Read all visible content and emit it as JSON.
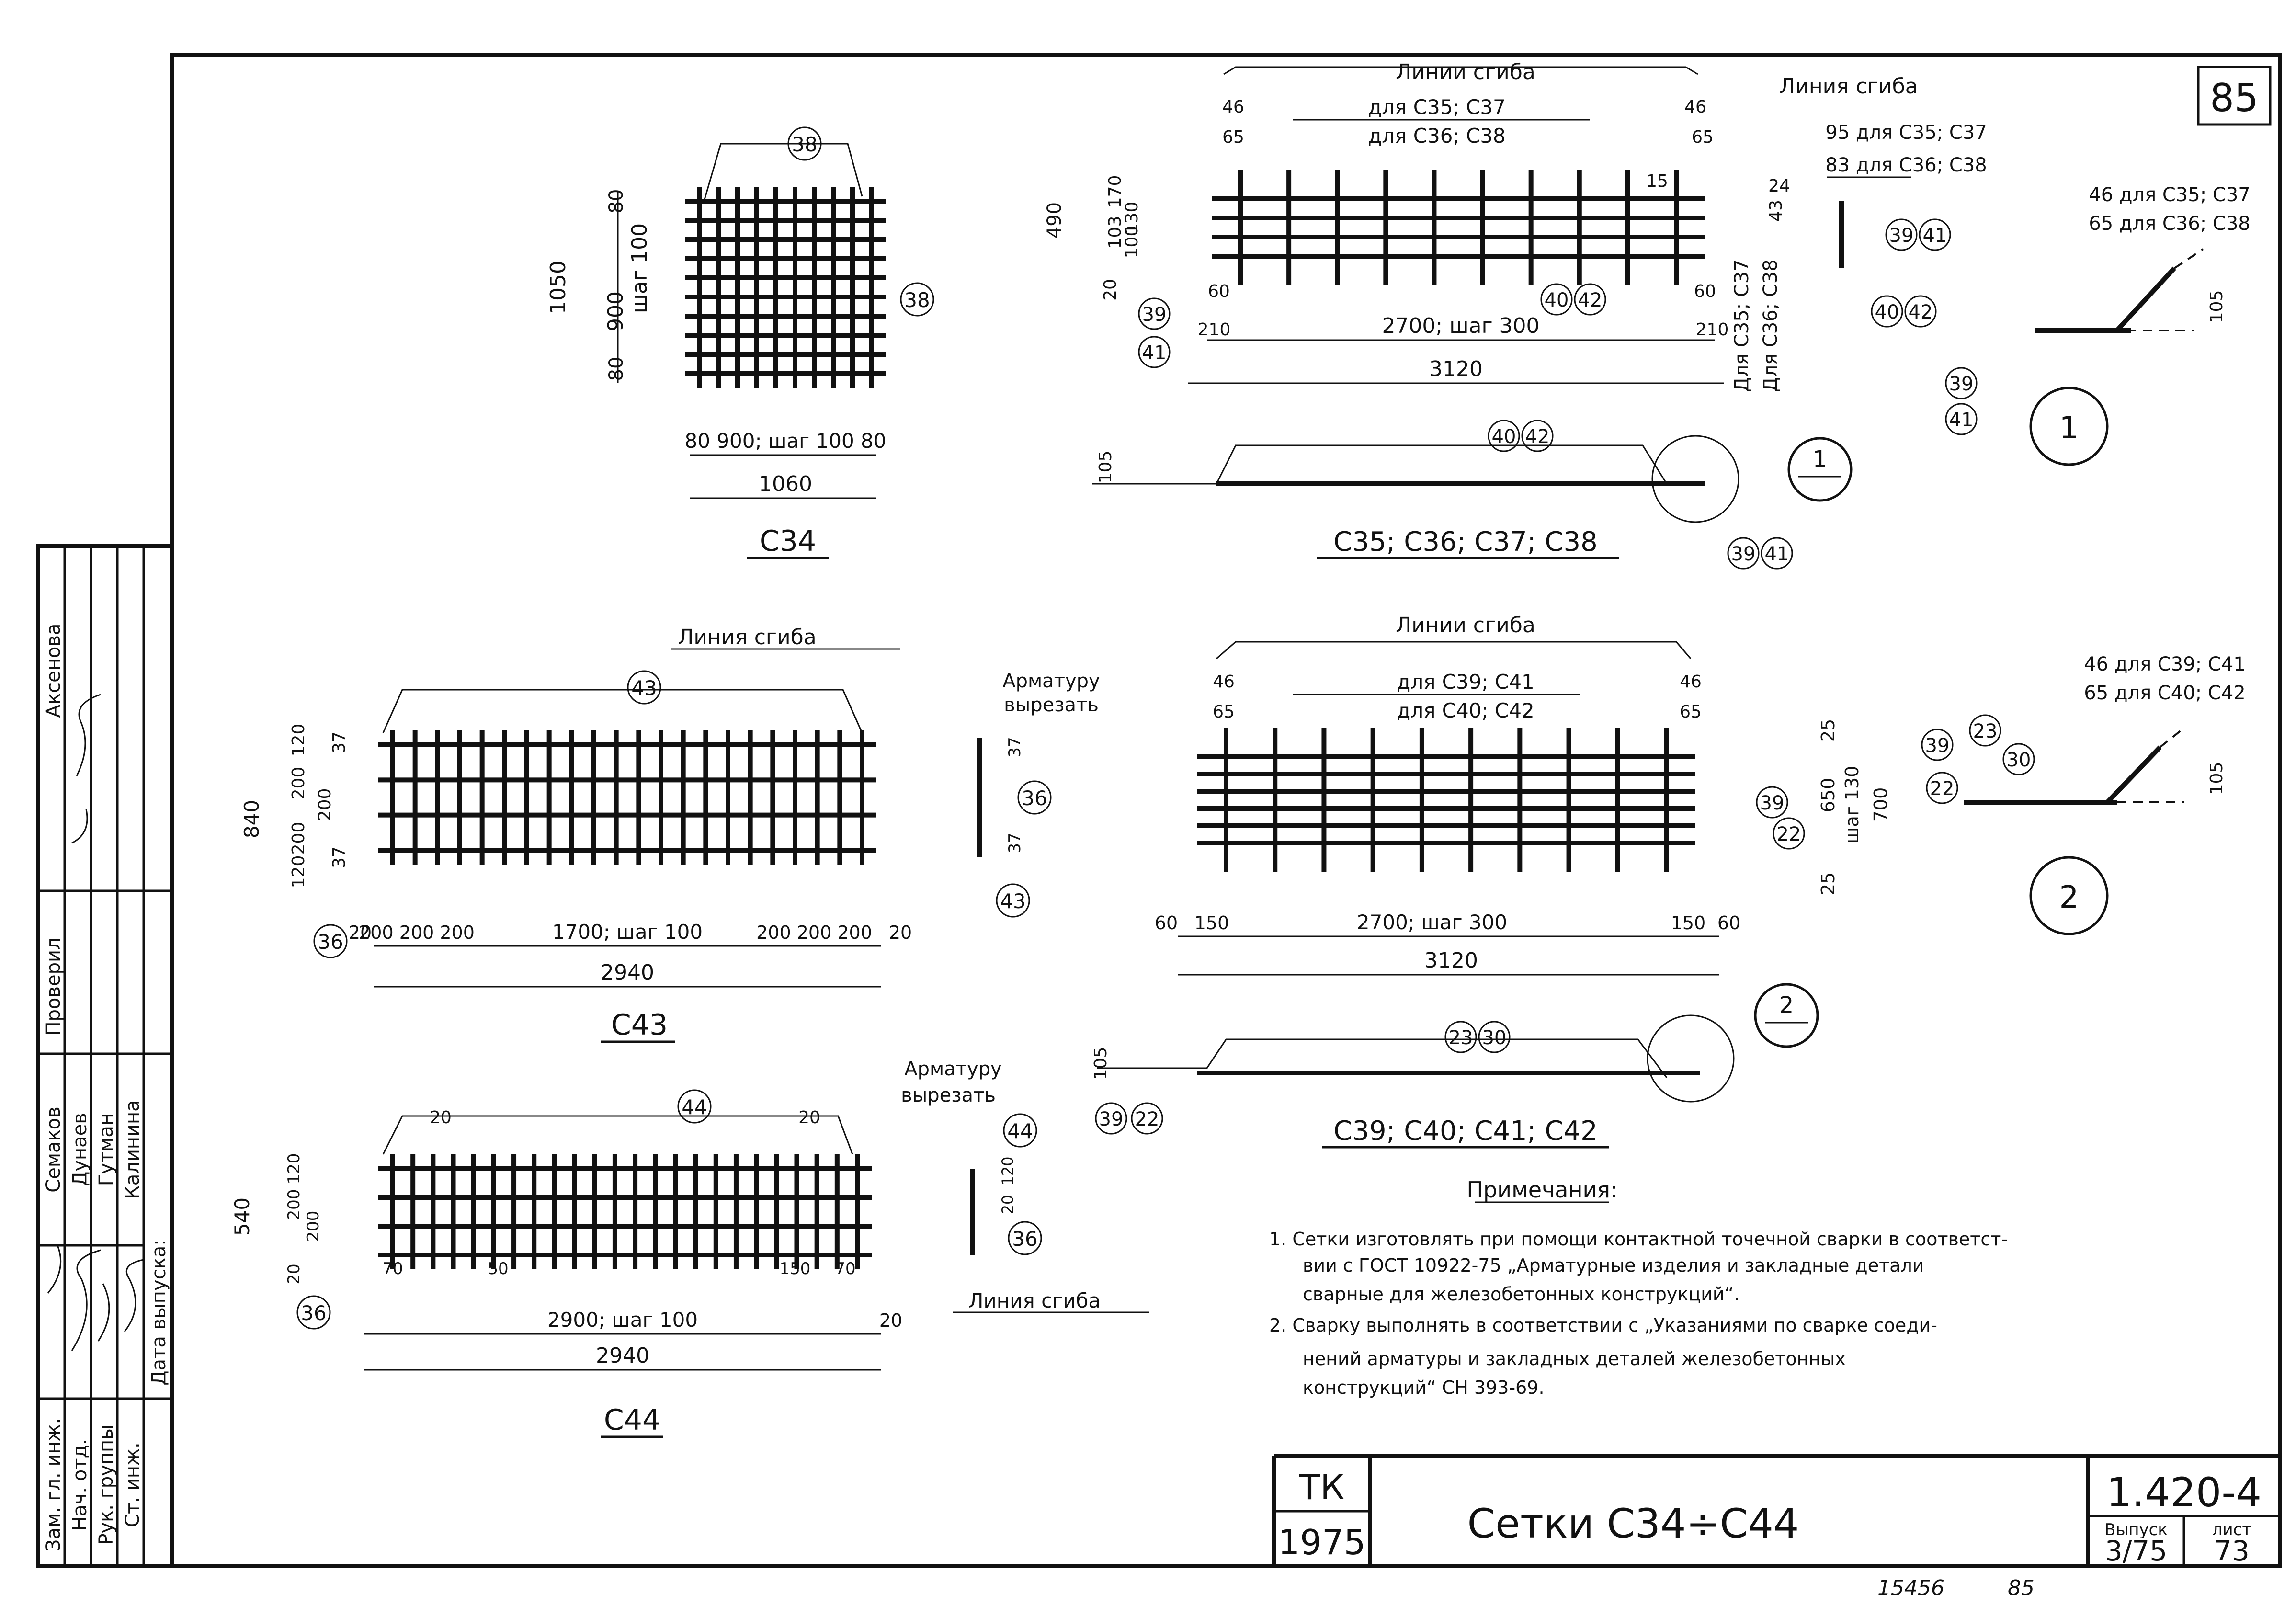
{
  "sheet": {
    "sheet_no": "85",
    "project_code": "1.420-4",
    "issue_label": "Выпуск",
    "issue_value": "3/75",
    "page_label": "лист",
    "page_value": "73",
    "org": "ТК",
    "year": "1975",
    "title": "Сетки С34÷С44",
    "stamp_left": "15456",
    "stamp_right": "85"
  },
  "signatures": {
    "rows": [
      {
        "role": "Зам. гл. инж.",
        "name": "Семаков"
      },
      {
        "role": "Нач. отд.",
        "name": "Дунаев"
      },
      {
        "role": "Рук. группы",
        "name": "Гутман"
      },
      {
        "role": "Ст. инж.",
        "name": "Калинина"
      }
    ],
    "checked_label": "Проверил",
    "checked_name": "Аксенова",
    "issue_date_label": "Дата выпуска:"
  },
  "c34": {
    "label": "С34",
    "mark": "38",
    "mark_side": "38",
    "dim_total_h": "1050",
    "dim_mid_h": "900",
    "dim_pitch_h": "шаг 100",
    "dim_top": "80",
    "dim_bottom": "80",
    "dim_bottom_row": "80 900; шаг 100 80",
    "dim_total_w": "1060"
  },
  "c35": {
    "label": "С35; С36; С37; С38",
    "bend_title": "Линии сгиба",
    "bend_row1": "для С35; С37",
    "bend_row2": "для С36; С38",
    "dim_46a": "46",
    "dim_65a": "65",
    "dim_46b": "46",
    "dim_65b": "65",
    "dim_490": "490",
    "dim_170": "170",
    "dim_103": "103",
    "dim_130": "130",
    "dim_100": "100",
    "dim_20": "20",
    "dim_60a": "60",
    "dim_60b": "60",
    "dim_210a": "210",
    "dim_210b": "210",
    "dim_15": "15",
    "dim_24": "24",
    "dim_43": "43",
    "dim_mid": "2700; шаг 300",
    "dim_total": "3120",
    "side_c35": "Для С35; С37",
    "side_c36": "Для С36; С38",
    "marks_a": [
      "39",
      "41"
    ],
    "marks_b": [
      "40",
      "42"
    ],
    "elev_105": "105",
    "elev_marks": [
      "40",
      "42"
    ],
    "elev_marks2": [
      "39",
      "41"
    ],
    "section_mark": "1"
  },
  "detail1": {
    "bend_title": "Линия сгиба",
    "row1": "95 для С35; С37",
    "row2": "83 для С36; С38",
    "marks_a": [
      "39",
      "41"
    ],
    "marks_b": [
      "40",
      "42"
    ],
    "dim_row1": "46 для С35; С37",
    "dim_row2": "65 для С36; С38",
    "dim_105": "105",
    "marks_c": [
      "39",
      "41"
    ],
    "circle": "1"
  },
  "c43": {
    "label": "С43",
    "bend_title": "Линия сгиба",
    "cut_note_1": "Арматуру",
    "cut_note_2": "вырезать",
    "mark": "43",
    "mark_side": "36",
    "mark_side2": "43",
    "mark_left": "36",
    "dim_840": "840",
    "dims_left": [
      "120",
      "200",
      "200",
      "200",
      "120"
    ],
    "dim_37a": "37",
    "dim_37b": "37",
    "dim_20a": "20",
    "dim_bottom_row": "200 200 200",
    "dim_mid": "1700; шаг 100",
    "dim_bottom_row2": "200 200 200",
    "dim_20b": "20",
    "dim_total": "2940",
    "side_37a": "37",
    "side_37b": "37"
  },
  "c39": {
    "label": "С39; С40; С41; С42",
    "bend_title": "Линии сгиба",
    "row1": "для С39; С41",
    "row2": "для С40; С42",
    "dim_46a": "46",
    "dim_65a": "65",
    "dim_46b": "46",
    "dim_65b": "65",
    "marks": [
      "39",
      "22"
    ],
    "dim_25a": "25",
    "dim_650": "650",
    "dim_pitch": "шаг 130",
    "dim_700": "700",
    "dim_25b": "25",
    "dim_60a": "60",
    "dim_150a": "150",
    "dim_mid": "2700; шаг 300",
    "dim_150b": "150",
    "dim_60b": "60",
    "dim_total": "3120",
    "elev_105": "105",
    "elev_marks": [
      "23",
      "30"
    ],
    "elev_marks2": [
      "39",
      "22"
    ],
    "section_mark": "2"
  },
  "detail2": {
    "dim_row1": "46 для С39; С41",
    "dim_row2": "65 для С40; С42",
    "marks": [
      "39",
      "23",
      "30",
      "22"
    ],
    "dim_105": "105",
    "circle": "2"
  },
  "c44": {
    "label": "С44",
    "cut_note_1": "Арматуру",
    "cut_note_2": "вырезать",
    "bend_title": "Линия сгиба",
    "mark": "44",
    "mark_side": "44",
    "mark_side2": "36",
    "mark_left": "36",
    "dim_540": "540",
    "dims_left": [
      "120",
      "200",
      "200",
      "20"
    ],
    "dim_20top_a": "20",
    "dim_20top_b": "20",
    "dim_20_a": "20",
    "dim_70a": "70",
    "dim_50a": "50",
    "dim_150": "150",
    "dim_70b": "70",
    "dim_mid": "2900; шаг 100",
    "dim_20b": "20",
    "dim_20c": "20",
    "dim_total": "2940",
    "dim_120side": "120",
    "dim_20side": "20"
  },
  "notes": {
    "title": "Примечания:",
    "n1_l1": "1. Сетки изготовлять при помощи контактной точечной сварки в соответст-",
    "n1_l2": "вии с ГОСТ 10922-75 „Арматурные изделия и закладные детали",
    "n1_l3": "сварные для железобетонных конструкций“.",
    "n2_l1": "2. Сварку выполнять в соответствии с „Указаниями по сварке соеди-",
    "n2_l2": "нений арматуры и закладных деталей железобетонных",
    "n2_l3": "конструкций“ СН 393-69."
  }
}
